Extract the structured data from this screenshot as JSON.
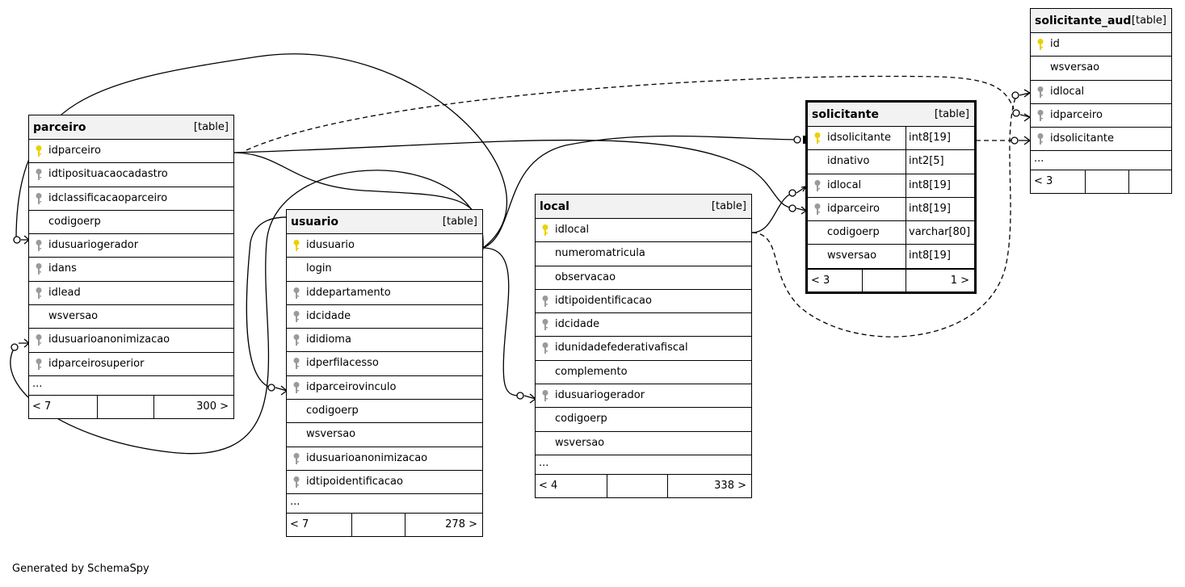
{
  "footer_text": "Generated by SchemaSpy",
  "colors": {
    "primary_key": "#e8d200",
    "foreign_key": "#9a9a9a"
  },
  "tables": {
    "parceiro": {
      "name": "parceiro",
      "type": "[table]",
      "columns": [
        {
          "name": "idparceiro",
          "key": "primary"
        },
        {
          "name": "idtiposituacaocadastro",
          "key": "foreign"
        },
        {
          "name": "idclassificacaoparceiro",
          "key": "foreign"
        },
        {
          "name": "codigoerp",
          "key": "none"
        },
        {
          "name": "idusuariogerador",
          "key": "foreign"
        },
        {
          "name": "idans",
          "key": "foreign"
        },
        {
          "name": "idlead",
          "key": "foreign"
        },
        {
          "name": "wsversao",
          "key": "none"
        },
        {
          "name": "idusuarioanonimizacao",
          "key": "foreign"
        },
        {
          "name": "idparceirosuperior",
          "key": "foreign"
        }
      ],
      "more": "...",
      "footer_left": "< 7",
      "footer_right": "300 >"
    },
    "usuario": {
      "name": "usuario",
      "type": "[table]",
      "columns": [
        {
          "name": "idusuario",
          "key": "primary"
        },
        {
          "name": "login",
          "key": "none"
        },
        {
          "name": "iddepartamento",
          "key": "foreign"
        },
        {
          "name": "idcidade",
          "key": "foreign"
        },
        {
          "name": "ididioma",
          "key": "foreign"
        },
        {
          "name": "idperfilacesso",
          "key": "foreign"
        },
        {
          "name": "idparceirovinculo",
          "key": "foreign"
        },
        {
          "name": "codigoerp",
          "key": "none"
        },
        {
          "name": "wsversao",
          "key": "none"
        },
        {
          "name": "idusuarioanonimizacao",
          "key": "foreign"
        },
        {
          "name": "idtipoidentificacao",
          "key": "foreign"
        }
      ],
      "more": "...",
      "footer_left": "< 7",
      "footer_right": "278 >"
    },
    "local": {
      "name": "local",
      "type": "[table]",
      "columns": [
        {
          "name": "idlocal",
          "key": "primary"
        },
        {
          "name": "numeromatricula",
          "key": "none"
        },
        {
          "name": "observacao",
          "key": "none"
        },
        {
          "name": "idtipoidentificacao",
          "key": "foreign"
        },
        {
          "name": "idcidade",
          "key": "foreign"
        },
        {
          "name": "idunidadefederativafiscal",
          "key": "foreign"
        },
        {
          "name": "complemento",
          "key": "none"
        },
        {
          "name": "idusuariogerador",
          "key": "foreign"
        },
        {
          "name": "codigoerp",
          "key": "none"
        },
        {
          "name": "wsversao",
          "key": "none"
        }
      ],
      "more": "...",
      "footer_left": "< 4",
      "footer_right": "338 >"
    },
    "solicitante": {
      "name": "solicitante",
      "type": "[table]",
      "columns": [
        {
          "name": "idsolicitante",
          "key": "primary",
          "datatype": "int8[19]"
        },
        {
          "name": "idnativo",
          "key": "none",
          "datatype": "int2[5]"
        },
        {
          "name": "idlocal",
          "key": "foreign",
          "datatype": "int8[19]"
        },
        {
          "name": "idparceiro",
          "key": "foreign",
          "datatype": "int8[19]"
        },
        {
          "name": "codigoerp",
          "key": "none",
          "datatype": "varchar[80]"
        },
        {
          "name": "wsversao",
          "key": "none",
          "datatype": "int8[19]"
        }
      ],
      "footer_left": "< 3",
      "footer_right": "1 >"
    },
    "solicitante_aud": {
      "name": "solicitante_aud",
      "type": "[table]",
      "columns": [
        {
          "name": "id",
          "key": "primary"
        },
        {
          "name": "wsversao",
          "key": "none"
        },
        {
          "name": "idlocal",
          "key": "foreign"
        },
        {
          "name": "idparceiro",
          "key": "foreign"
        },
        {
          "name": "idsolicitante",
          "key": "foreign"
        }
      ],
      "more": "...",
      "footer_left": "< 3",
      "footer_right": ""
    }
  }
}
